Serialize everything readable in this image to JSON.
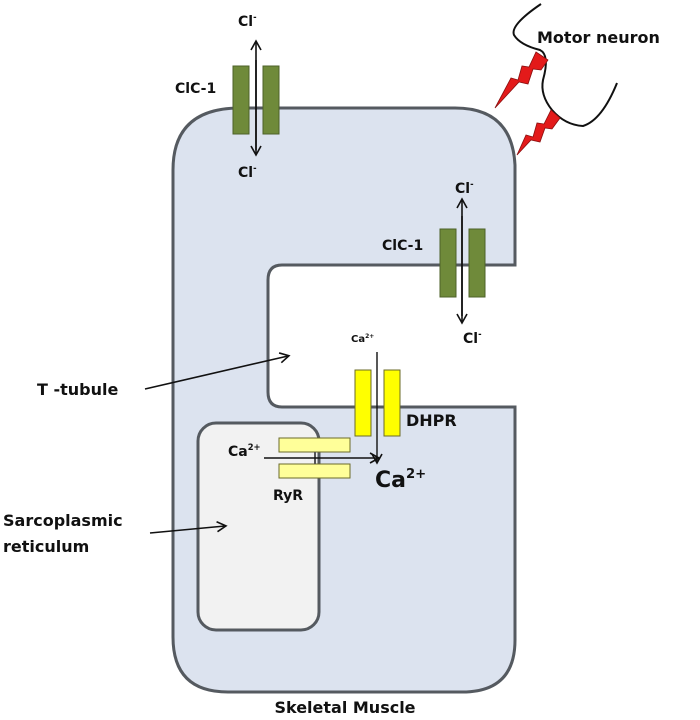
{
  "title": "Skeletal Muscle",
  "colors": {
    "cell_fill": "#dce3ef",
    "cell_stroke": "#555a60",
    "sr_fill": "#f2f2f2",
    "clc_channel": "#6f8a3a",
    "dhpr_channel": "#ffff00",
    "ryr_channel": "#ffff99",
    "lightning": "#e31a1a"
  },
  "labels": {
    "motor_neuron": "Motor neuron",
    "clc1_top": "ClC-1",
    "clc1_right": "ClC-1",
    "cl_ion": "Cl",
    "cl_charge": "-",
    "ca_ion": "Ca",
    "ca_charge": "2+",
    "t_tubule": "T -tubule",
    "sarcoplasmic_line1": "Sarcoplasmic",
    "sarcoplasmic_line2": "reticulum",
    "dhpr": "DHPR",
    "ryr": "RyR",
    "skeletal_muscle": "Skeletal Muscle"
  }
}
